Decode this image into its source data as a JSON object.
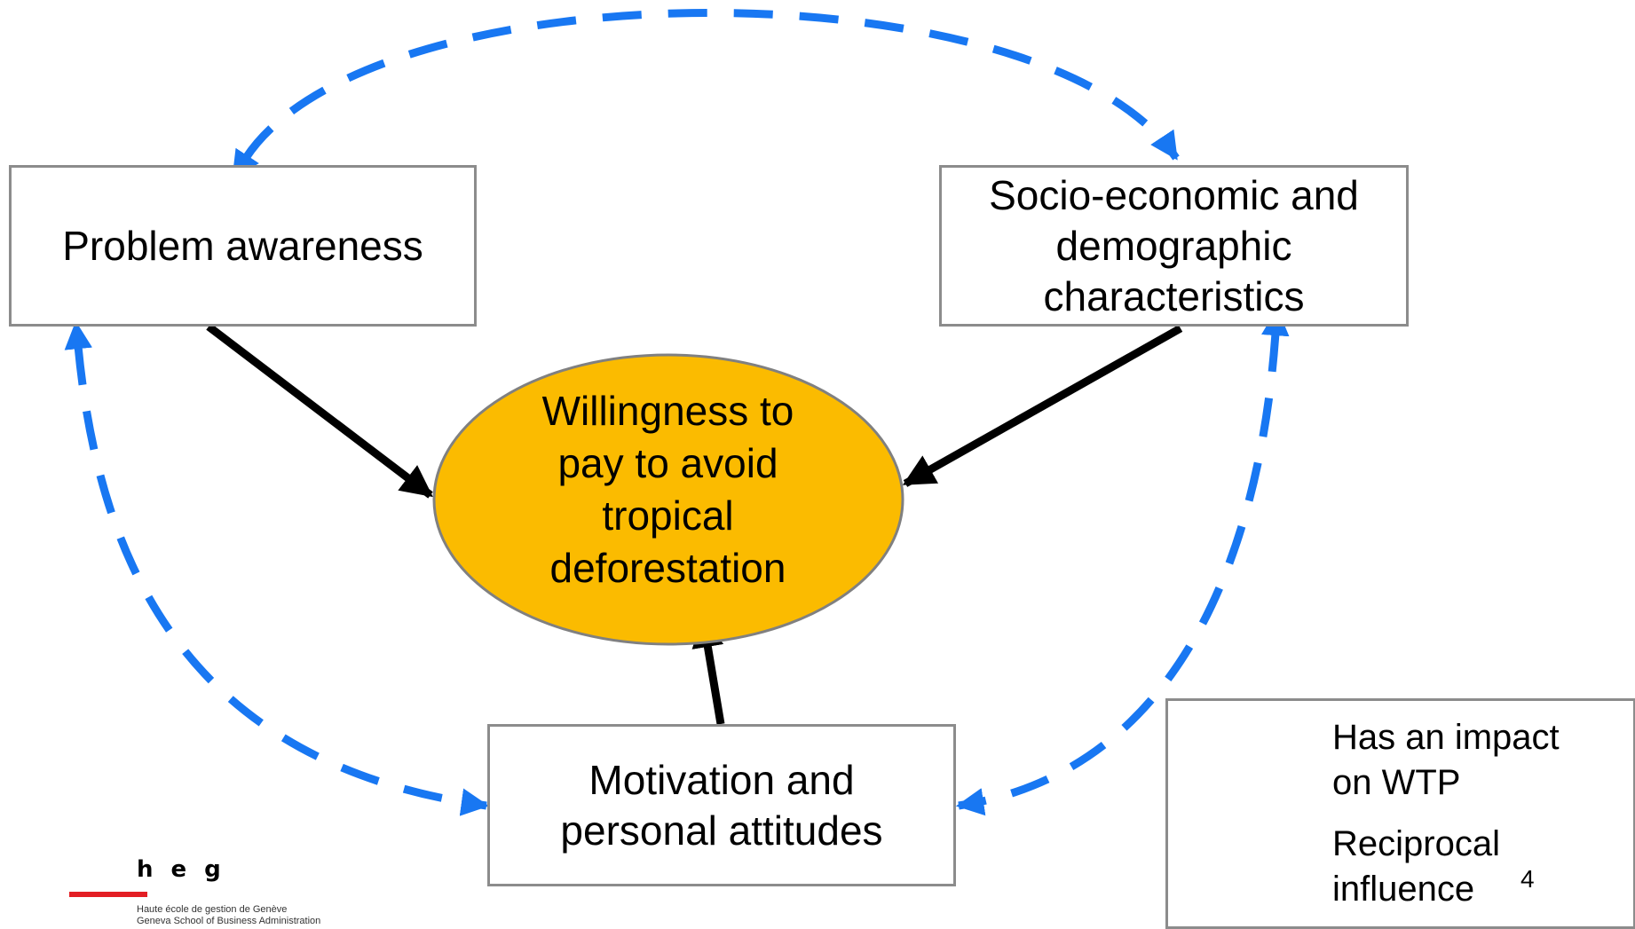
{
  "nodes": {
    "problem_awareness": "Problem awareness",
    "socio_economic": "Socio-economic and demographic characteristics",
    "willingness": "Willingness to pay to avoid tropical deforestation",
    "motivation": "Motivation and personal attitudes"
  },
  "legend": {
    "impact": "Has an impact on WTP",
    "reciprocal": "Reciprocal influence"
  },
  "page_number": "4",
  "logo": {
    "letters": "heg",
    "line1": "Haute école de gestion de Genève",
    "line2": "Geneva School of Business Administration"
  },
  "colors": {
    "ellipse_fill": "#FBBB00",
    "impact_arrow": "#000000",
    "reciprocal_arrow": "#1877F2",
    "box_border": "#8C8C8C",
    "logo_red": "#E31E24"
  }
}
